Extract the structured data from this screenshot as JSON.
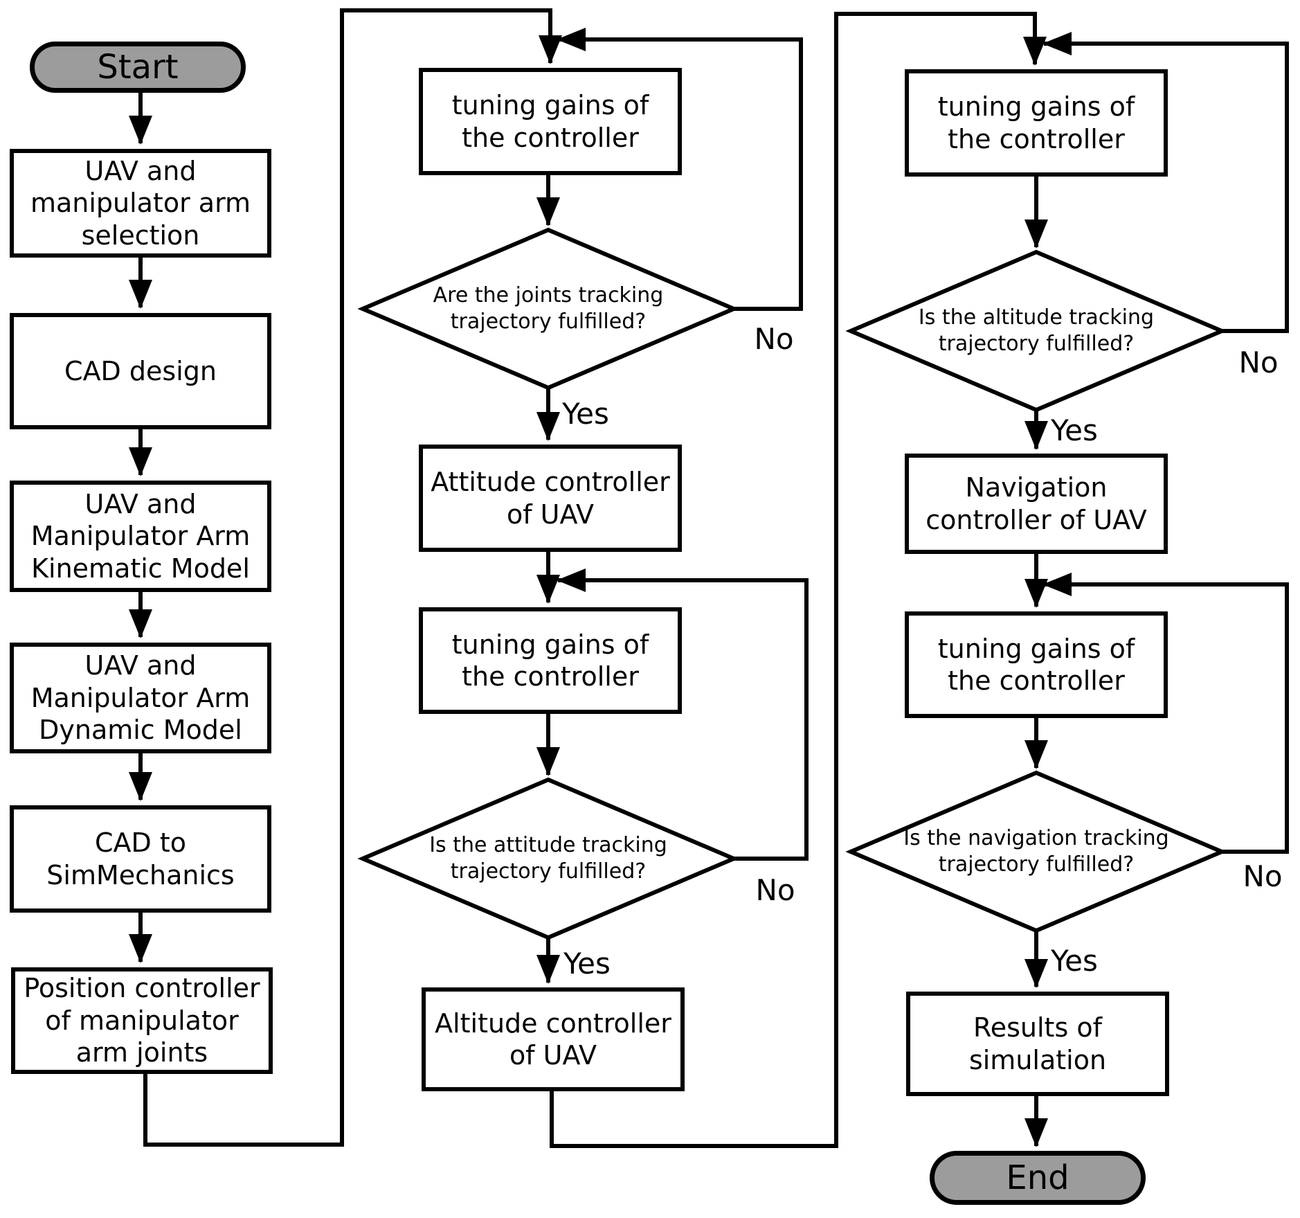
{
  "nodes": {
    "start": {
      "label": "Start"
    },
    "selection": {
      "label": "UAV and\nmanipulator arm\nselection"
    },
    "cad_design": {
      "label": "CAD design"
    },
    "kinematic": {
      "label": "UAV and\nManipulator Arm\nKinematic Model"
    },
    "dynamic": {
      "label": "UAV and\nManipulator Arm\nDynamic Model"
    },
    "cad_to_simmechanics": {
      "label": "CAD to\nSimMechanics"
    },
    "position_controller": {
      "label": "Position controller\nof manipulator\narm joints"
    },
    "tuning1": {
      "label": "tuning gains of\nthe controller"
    },
    "joints_decision": {
      "label": "Are the joints tracking\ntrajectory fulfilled?"
    },
    "attitude_controller": {
      "label": "Attitude controller\nof UAV"
    },
    "tuning2": {
      "label": "tuning gains of\nthe controller"
    },
    "attitude_decision": {
      "label": "Is the attitude tracking\ntrajectory fulfilled?"
    },
    "altitude_controller": {
      "label": "Altitude controller\nof UAV"
    },
    "tuning3": {
      "label": "tuning gains of\nthe controller"
    },
    "altitude_decision": {
      "label": "Is the altitude tracking\ntrajectory fulfilled?"
    },
    "navigation_controller": {
      "label": "Navigation\ncontroller of UAV"
    },
    "tuning4": {
      "label": "tuning gains of\nthe controller"
    },
    "navigation_decision": {
      "label": "Is the navigation tracking\ntrajectory fulfilled?"
    },
    "results": {
      "label": "Results of\nsimulation"
    },
    "end": {
      "label": "End"
    }
  },
  "edge_labels": {
    "yes1": "Yes",
    "no1": "No",
    "yes2": "Yes",
    "no2": "No",
    "yes3": "Yes",
    "no3": "No",
    "yes4": "Yes",
    "no4": "No"
  },
  "colors": {
    "terminal_fill": "#9c9c9c",
    "shape_fill": "#ffffff",
    "line": "#000000"
  }
}
